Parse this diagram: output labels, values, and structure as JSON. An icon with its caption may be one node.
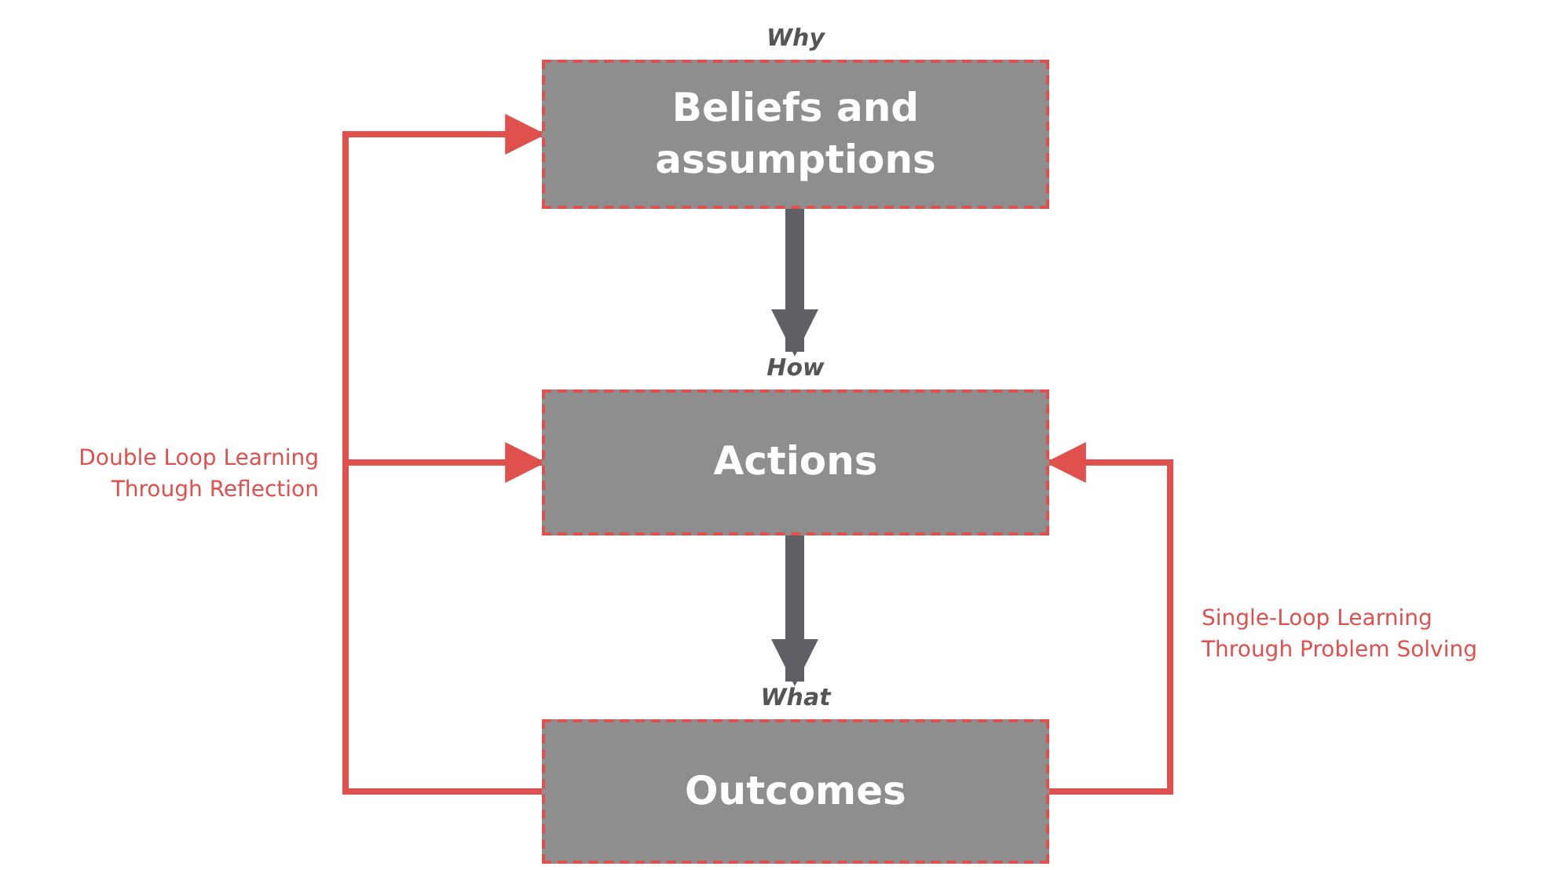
{
  "diagram": {
    "nodes": [
      {
        "text": [
          "Why",
          "Beliefs and assumptions"
        ]
      },
      {
        "text": [
          "How",
          "Actions"
        ]
      },
      {
        "text": [
          "What",
          "Outcomes"
        ]
      }
    ],
    "edges": [
      {
        "from": 2,
        "to": 0,
        "arrow": "to",
        "label": "Double Loop Learning Through Reflection"
      },
      {
        "from": 2,
        "to": 1,
        "arrow": "to"
      },
      {
        "from": 2,
        "to": 1,
        "arrow": "to",
        "label": "Single-Loop Learning Through Problem Solving"
      },
      {
        "from": 0,
        "to": 1,
        "arrow": "to",
        "color": "#5f5f66",
        "style": "thick"
      },
      {
        "from": 1,
        "to": 2,
        "arrow": "to",
        "color": "#5f5f66",
        "style": "thick"
      }
    ]
  }
}
